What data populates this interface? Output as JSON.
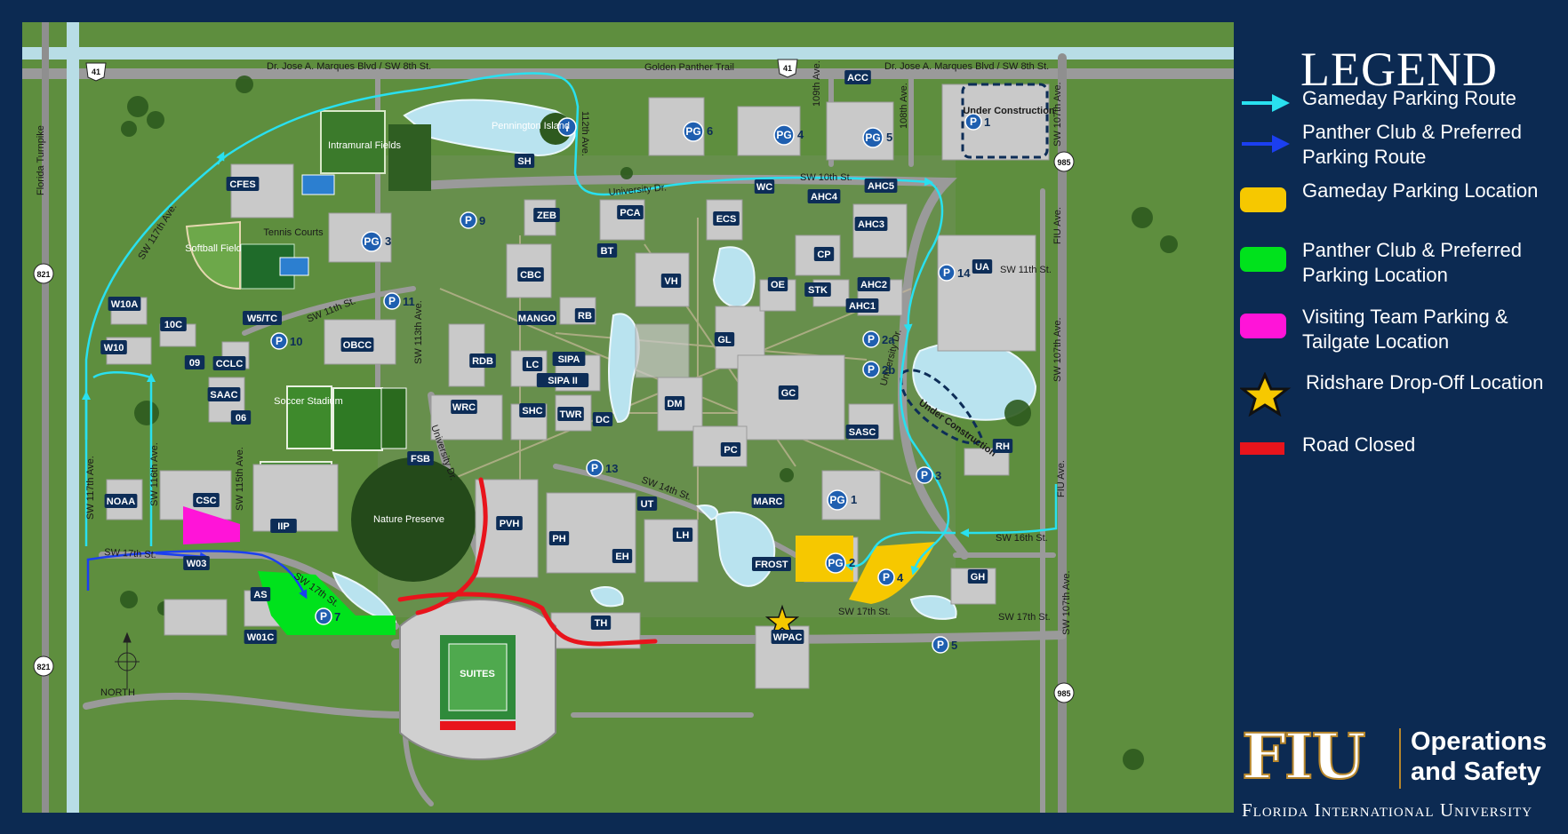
{
  "legend": {
    "title": "LEGEND",
    "items": [
      {
        "label": "Gameday Parking Route",
        "symbol": "arrow",
        "color": "#29e0ef"
      },
      {
        "label": "Panther Club & Preferred Parking Route",
        "symbol": "arrow",
        "color": "#1b3ff0"
      },
      {
        "label": "Gameday Parking Location",
        "symbol": "swatch",
        "color": "#f6c800"
      },
      {
        "label": "Panther Club & Preferred Parking Location",
        "symbol": "swatch",
        "color": "#00e21c"
      },
      {
        "label": "Visiting Team Parking & Tailgate Location",
        "symbol": "swatch",
        "color": "#ff14d8"
      },
      {
        "label": "Ridshare Drop-Off Location",
        "symbol": "star",
        "color": "#f6c800"
      },
      {
        "label": "Road Closed",
        "symbol": "bar",
        "color": "#e8141c"
      }
    ]
  },
  "branding": {
    "logo": "FIU",
    "dept_line1": "Operations",
    "dept_line2": "and Safety",
    "university": "Florida International University",
    "gold": "#b6862c"
  },
  "map": {
    "north_label": "NORTH",
    "compass_icon": "compass-icon",
    "road_labels": {
      "sw8": "Dr. Jose A. Marques Blvd / SW 8th St.",
      "sw8b": "Dr. Jose A. Marques Blvd / SW 8th St.",
      "trail": "Golden Panther Trail",
      "turnpike": "Florida Turnpike",
      "sw117": "SW 117th Ave.",
      "sw117b": "SW 117th Ave.",
      "sw116": "SW 116th Ave.",
      "sw115": "SW 115th Ave.",
      "sw113": "SW 113th Ave.",
      "sw112": "112th Ave.",
      "sw109": "109th Ave.",
      "sw108": "108th Ave.",
      "sw107a": "SW 107th Ave.",
      "sw107b": "SW 107th Ave.",
      "sw107c": "SW 107th Ave.",
      "fiuave1": "FIU Ave.",
      "fiuave2": "FIU Ave.",
      "univdr1": "University Dr.",
      "univdr2": "University Dr.",
      "univdr3": "University Dr.",
      "sw10": "SW 10th St.",
      "sw11a": "SW 11th St.",
      "sw11b": "SW 11th St.",
      "sw14": "SW 14th St.",
      "sw16": "SW 16th St.",
      "sw17a": "SW 17th St.",
      "sw17b": "SW 17th St.",
      "sw17c": "SW 17th St.",
      "sw17d": "SW 17th St."
    },
    "shields": {
      "us41a": "41",
      "us41b": "41",
      "r821a": "821",
      "r821b": "821",
      "r985a": "985",
      "r985b": "985"
    },
    "area_labels": {
      "intramural": "Intramural Fields",
      "tennis": "Tennis Courts",
      "softball": "Softball Field",
      "soccer": "Soccer Stadium",
      "nature": "Nature Preserve",
      "island": "Pennington Island",
      "uc1": "Under Construction",
      "uc2": "Under Construction",
      "suites": "SUITES"
    },
    "buildings": {
      "acc": "ACC",
      "sh": "SH",
      "cfes": "CFES",
      "zeb": "ZEB",
      "pca": "PCA",
      "ecs": "ECS",
      "wc": "WC",
      "ahc4": "AHC4",
      "ahc5": "AHC5",
      "ahc3": "AHC3",
      "cp": "CP",
      "ahc2": "AHC2",
      "ahc1": "AHC1",
      "bt": "BT",
      "cbc": "CBC",
      "vh": "VH",
      "oe": "OE",
      "stk": "STK",
      "ua": "UA",
      "w10a": "W10A",
      "w5tc": "W5/TC",
      "mango": "MANGO",
      "rb": "RB",
      "w10": "W10",
      "c10": "10C",
      "obcc": "OBCC",
      "gl": "GL",
      "rdb": "RDB",
      "lc": "LC",
      "sipa": "SIPA",
      "sipaii": "SIPA II",
      "c09": "09",
      "cclc": "CCLC",
      "saac": "SAAC",
      "c06": "06",
      "gc": "GC",
      "wrc": "WRC",
      "shc": "SHC",
      "twr": "TWR",
      "dc": "DC",
      "dm": "DM",
      "sasc": "SASC",
      "rh": "RH",
      "fsb": "FSB",
      "pc": "PC",
      "noaa": "NOAA",
      "csc": "CSC",
      "pvh": "PVH",
      "ut": "UT",
      "marc": "MARC",
      "iip": "IIP",
      "ph": "PH",
      "lh": "LH",
      "eh": "EH",
      "frost": "FROST",
      "gh": "GH",
      "w03": "W03",
      "as": "AS",
      "th": "TH",
      "wpac": "WPAC",
      "w01c": "W01C"
    },
    "garages": [
      {
        "id": "pg6",
        "tag": "PG",
        "num": "6"
      },
      {
        "id": "pg4",
        "tag": "PG",
        "num": "4"
      },
      {
        "id": "pg5",
        "tag": "PG",
        "num": "5"
      },
      {
        "id": "pg3",
        "tag": "PG",
        "num": "3"
      },
      {
        "id": "pg1",
        "tag": "PG",
        "num": "1"
      },
      {
        "id": "pg2",
        "tag": "PG",
        "num": "2"
      }
    ],
    "lots": [
      {
        "id": "p1",
        "tag": "P",
        "num": "1"
      },
      {
        "id": "p9",
        "tag": "P",
        "num": "9"
      },
      {
        "id": "p11",
        "tag": "P",
        "num": "11"
      },
      {
        "id": "p10",
        "tag": "P",
        "num": "10"
      },
      {
        "id": "p14",
        "tag": "P",
        "num": "14"
      },
      {
        "id": "p2a",
        "tag": "P",
        "num": "2a"
      },
      {
        "id": "p2b",
        "tag": "P",
        "num": "2b"
      },
      {
        "id": "p13",
        "tag": "P",
        "num": "13"
      },
      {
        "id": "p3",
        "tag": "P",
        "num": "3"
      },
      {
        "id": "p4",
        "tag": "P",
        "num": "4"
      },
      {
        "id": "p7",
        "tag": "P",
        "num": "7"
      },
      {
        "id": "p5",
        "tag": "P",
        "num": "5"
      }
    ],
    "info_icon": "i"
  }
}
